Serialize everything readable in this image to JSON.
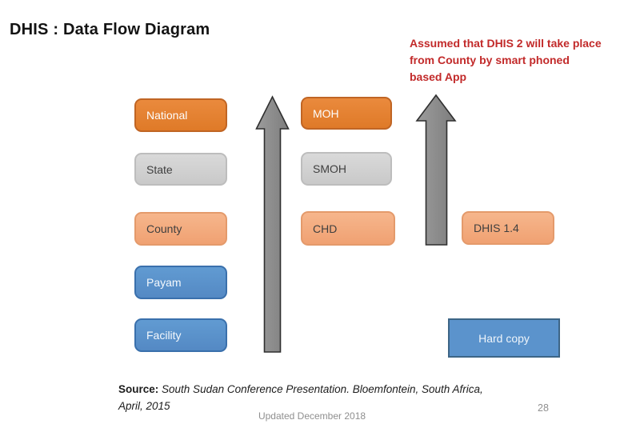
{
  "slide": {
    "title": "DHIS : Data Flow Diagram",
    "annotation": "Assumed that DHIS 2 will take place from County by smart phoned based App",
    "page_number": "28",
    "updated_note": "Updated December 2018",
    "source_label": "Source:",
    "source_text": "South Sudan Conference Presentation. Bloemfontein, South Africa, April, 2015"
  },
  "diagram": {
    "boxes": {
      "national": {
        "label": "National",
        "level": "left-column-row-1"
      },
      "state": {
        "label": "State",
        "level": "left-column-row-2"
      },
      "county": {
        "label": "County",
        "level": "left-column-row-3"
      },
      "payam": {
        "label": "Payam",
        "level": "left-column-row-4"
      },
      "facility": {
        "label": "Facility",
        "level": "left-column-row-5"
      },
      "moh": {
        "label": "MOH",
        "level": "middle-column-row-1"
      },
      "smoh": {
        "label": "SMOH",
        "level": "middle-column-row-2"
      },
      "chd": {
        "label": "CHD",
        "level": "middle-column-row-3"
      },
      "dhis14": {
        "label": "DHIS 1.4",
        "level": "right-column-row-3"
      },
      "hardcopy": {
        "label": "Hard copy",
        "level": "right-column-row-5"
      }
    },
    "arrows": {
      "left": {
        "direction": "up",
        "from": "Facility",
        "to": "National"
      },
      "right": {
        "direction": "up",
        "from": "CHD",
        "to": "MOH"
      }
    }
  },
  "colors": {
    "annotation_red": "#c22a2a",
    "box_orange": "#e2802f",
    "box_gray": "#d0d0d0",
    "box_salmon": "#f3ab7f",
    "box_blue": "#5b93cc",
    "arrow_gray": "#8c8c8c",
    "footer_gray": "#8f8f8f"
  }
}
